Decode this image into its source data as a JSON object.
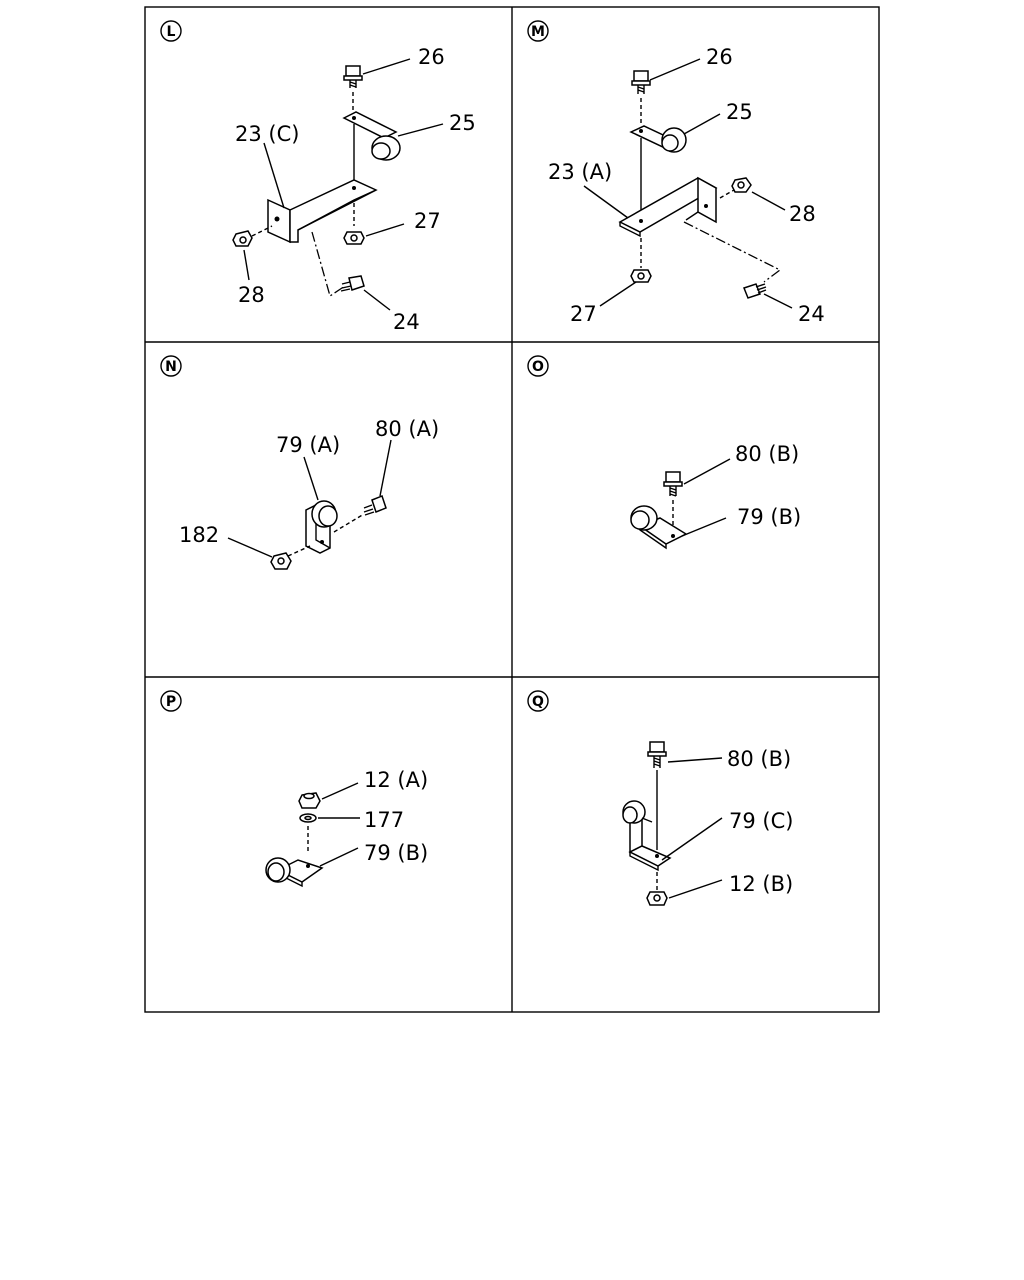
{
  "panels": [
    {
      "marker": "L",
      "callouts": [
        "26",
        "25",
        "23 (C)",
        "27",
        "28",
        "24"
      ]
    },
    {
      "marker": "M",
      "callouts": [
        "26",
        "25",
        "23 (A)",
        "28",
        "27",
        "24"
      ]
    },
    {
      "marker": "N",
      "callouts": [
        "79 (A)",
        "80 (A)",
        "182"
      ]
    },
    {
      "marker": "O",
      "callouts": [
        "80 (B)",
        "79 (B)"
      ]
    },
    {
      "marker": "P",
      "callouts": [
        "12 (A)",
        "177",
        "79 (B)"
      ]
    },
    {
      "marker": "Q",
      "callouts": [
        "80 (B)",
        "79 (C)",
        "12 (B)"
      ]
    }
  ]
}
